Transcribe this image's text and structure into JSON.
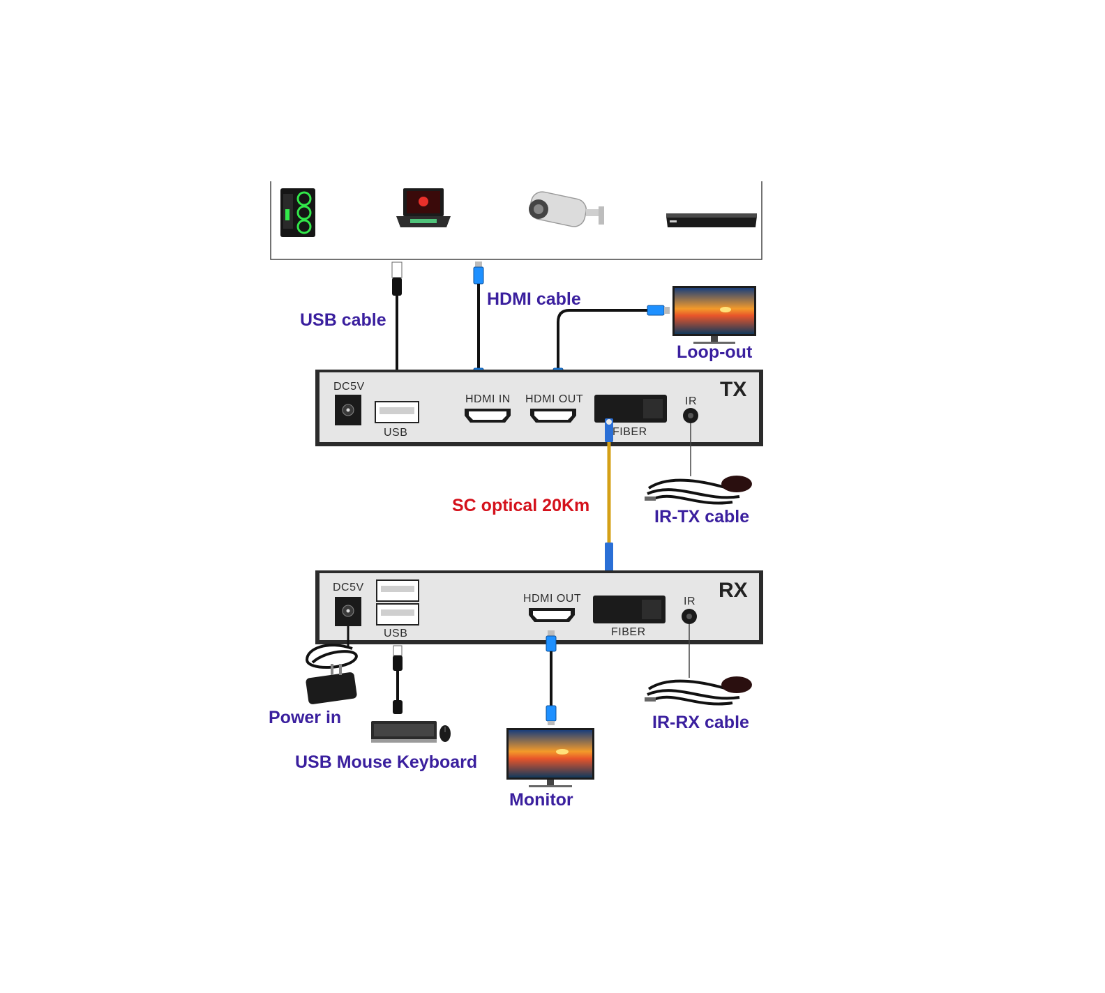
{
  "labels": {
    "usb_cable": "USB cable",
    "hdmi_cable": "HDMI cable",
    "loop_out": "Loop-out",
    "sc_optical": "SC optical 20Km",
    "ir_tx_cable": "IR-TX cable",
    "ir_rx_cable": "IR-RX cable",
    "power_in": "Power in",
    "usb_mouse_keyboard": "USB Mouse Keyboard",
    "monitor": "Monitor"
  },
  "tx": {
    "title": "TX",
    "dc5v": "DC5V",
    "usb": "USB",
    "hdmi_in": "HDMI IN",
    "hdmi_out": "HDMI OUT",
    "fiber": "FIBER",
    "ir": "IR"
  },
  "rx": {
    "title": "RX",
    "dc5v": "DC5V",
    "usb": "USB",
    "hdmi_out": "HDMI OUT",
    "fiber": "FIBER",
    "ir": "IR"
  },
  "sources": [
    "pc-tower-icon",
    "laptop-icon",
    "security-camera-icon",
    "set-top-box-icon"
  ],
  "icons": [
    "monitor-icon",
    "ir-cable-icon",
    "power-adapter-icon",
    "keyboard-icon",
    "mouse-icon"
  ],
  "colors": {
    "label": "#3a1f9e",
    "optical_label": "#d4111b",
    "hdmi_connector": "#1e90ff",
    "fiber": "#d4a017",
    "fiber_connector": "#2a6fd6",
    "panel": "#e6e6e6",
    "chassis": "#2b2b2b"
  }
}
